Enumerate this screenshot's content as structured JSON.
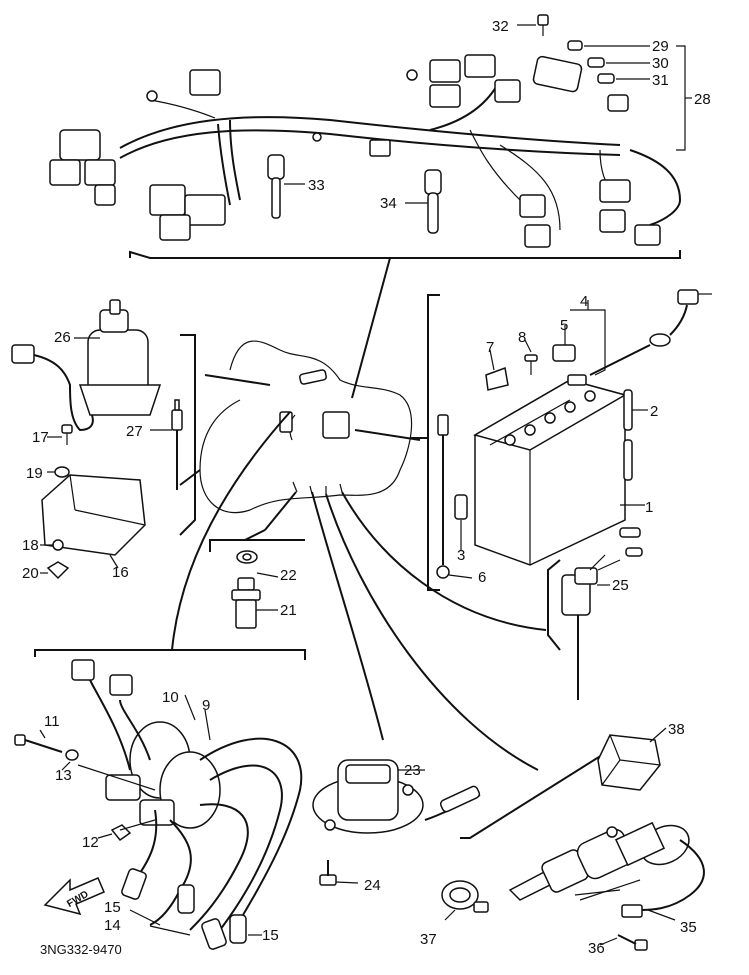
{
  "diagram": {
    "code": "3NG332-9470",
    "direction_arrow_text": "FWD",
    "part_labels": [
      "1",
      "2",
      "3",
      "4",
      "5",
      "6",
      "7",
      "8",
      "9",
      "10",
      "11",
      "12",
      "13",
      "14",
      "15",
      "15",
      "16",
      "17",
      "18",
      "19",
      "20",
      "21",
      "22",
      "23",
      "24",
      "25",
      "26",
      "27",
      "28",
      "29",
      "30",
      "31",
      "32",
      "33",
      "34",
      "35",
      "36",
      "37",
      "38"
    ]
  }
}
